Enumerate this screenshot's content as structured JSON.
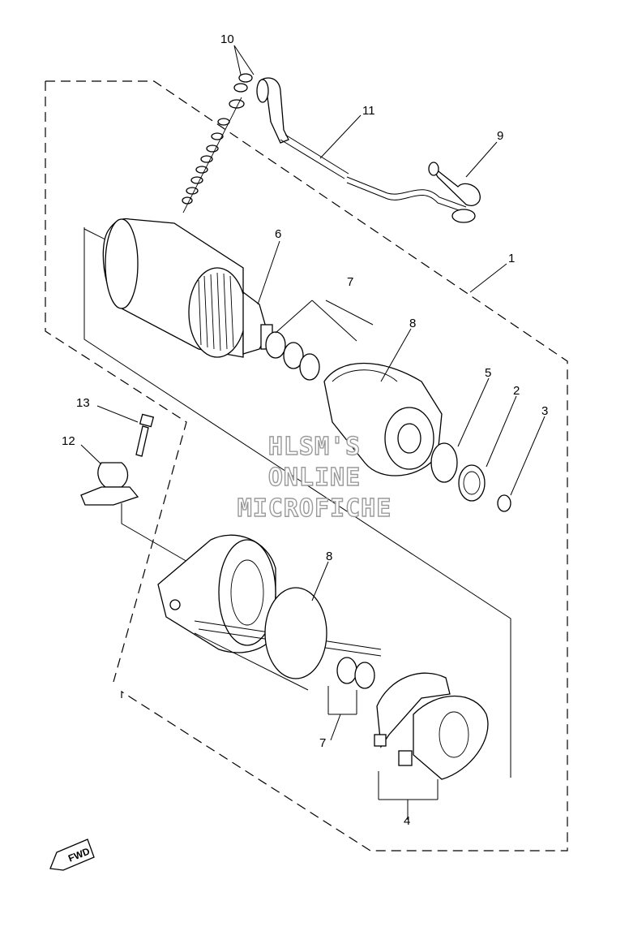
{
  "callouts": {
    "c1": "1",
    "c2": "2",
    "c3": "3",
    "c4": "4",
    "c5": "5",
    "c6": "6",
    "c7a": "7",
    "c7b": "7",
    "c8a": "8",
    "c8b": "8",
    "c9": "9",
    "c10": "10",
    "c11": "11",
    "c12": "12",
    "c13": "13"
  },
  "watermark": {
    "line1": "HLSM'S",
    "line2": "ONLINE",
    "line3": "MICROFICHE"
  },
  "fwd_label": "FWD"
}
